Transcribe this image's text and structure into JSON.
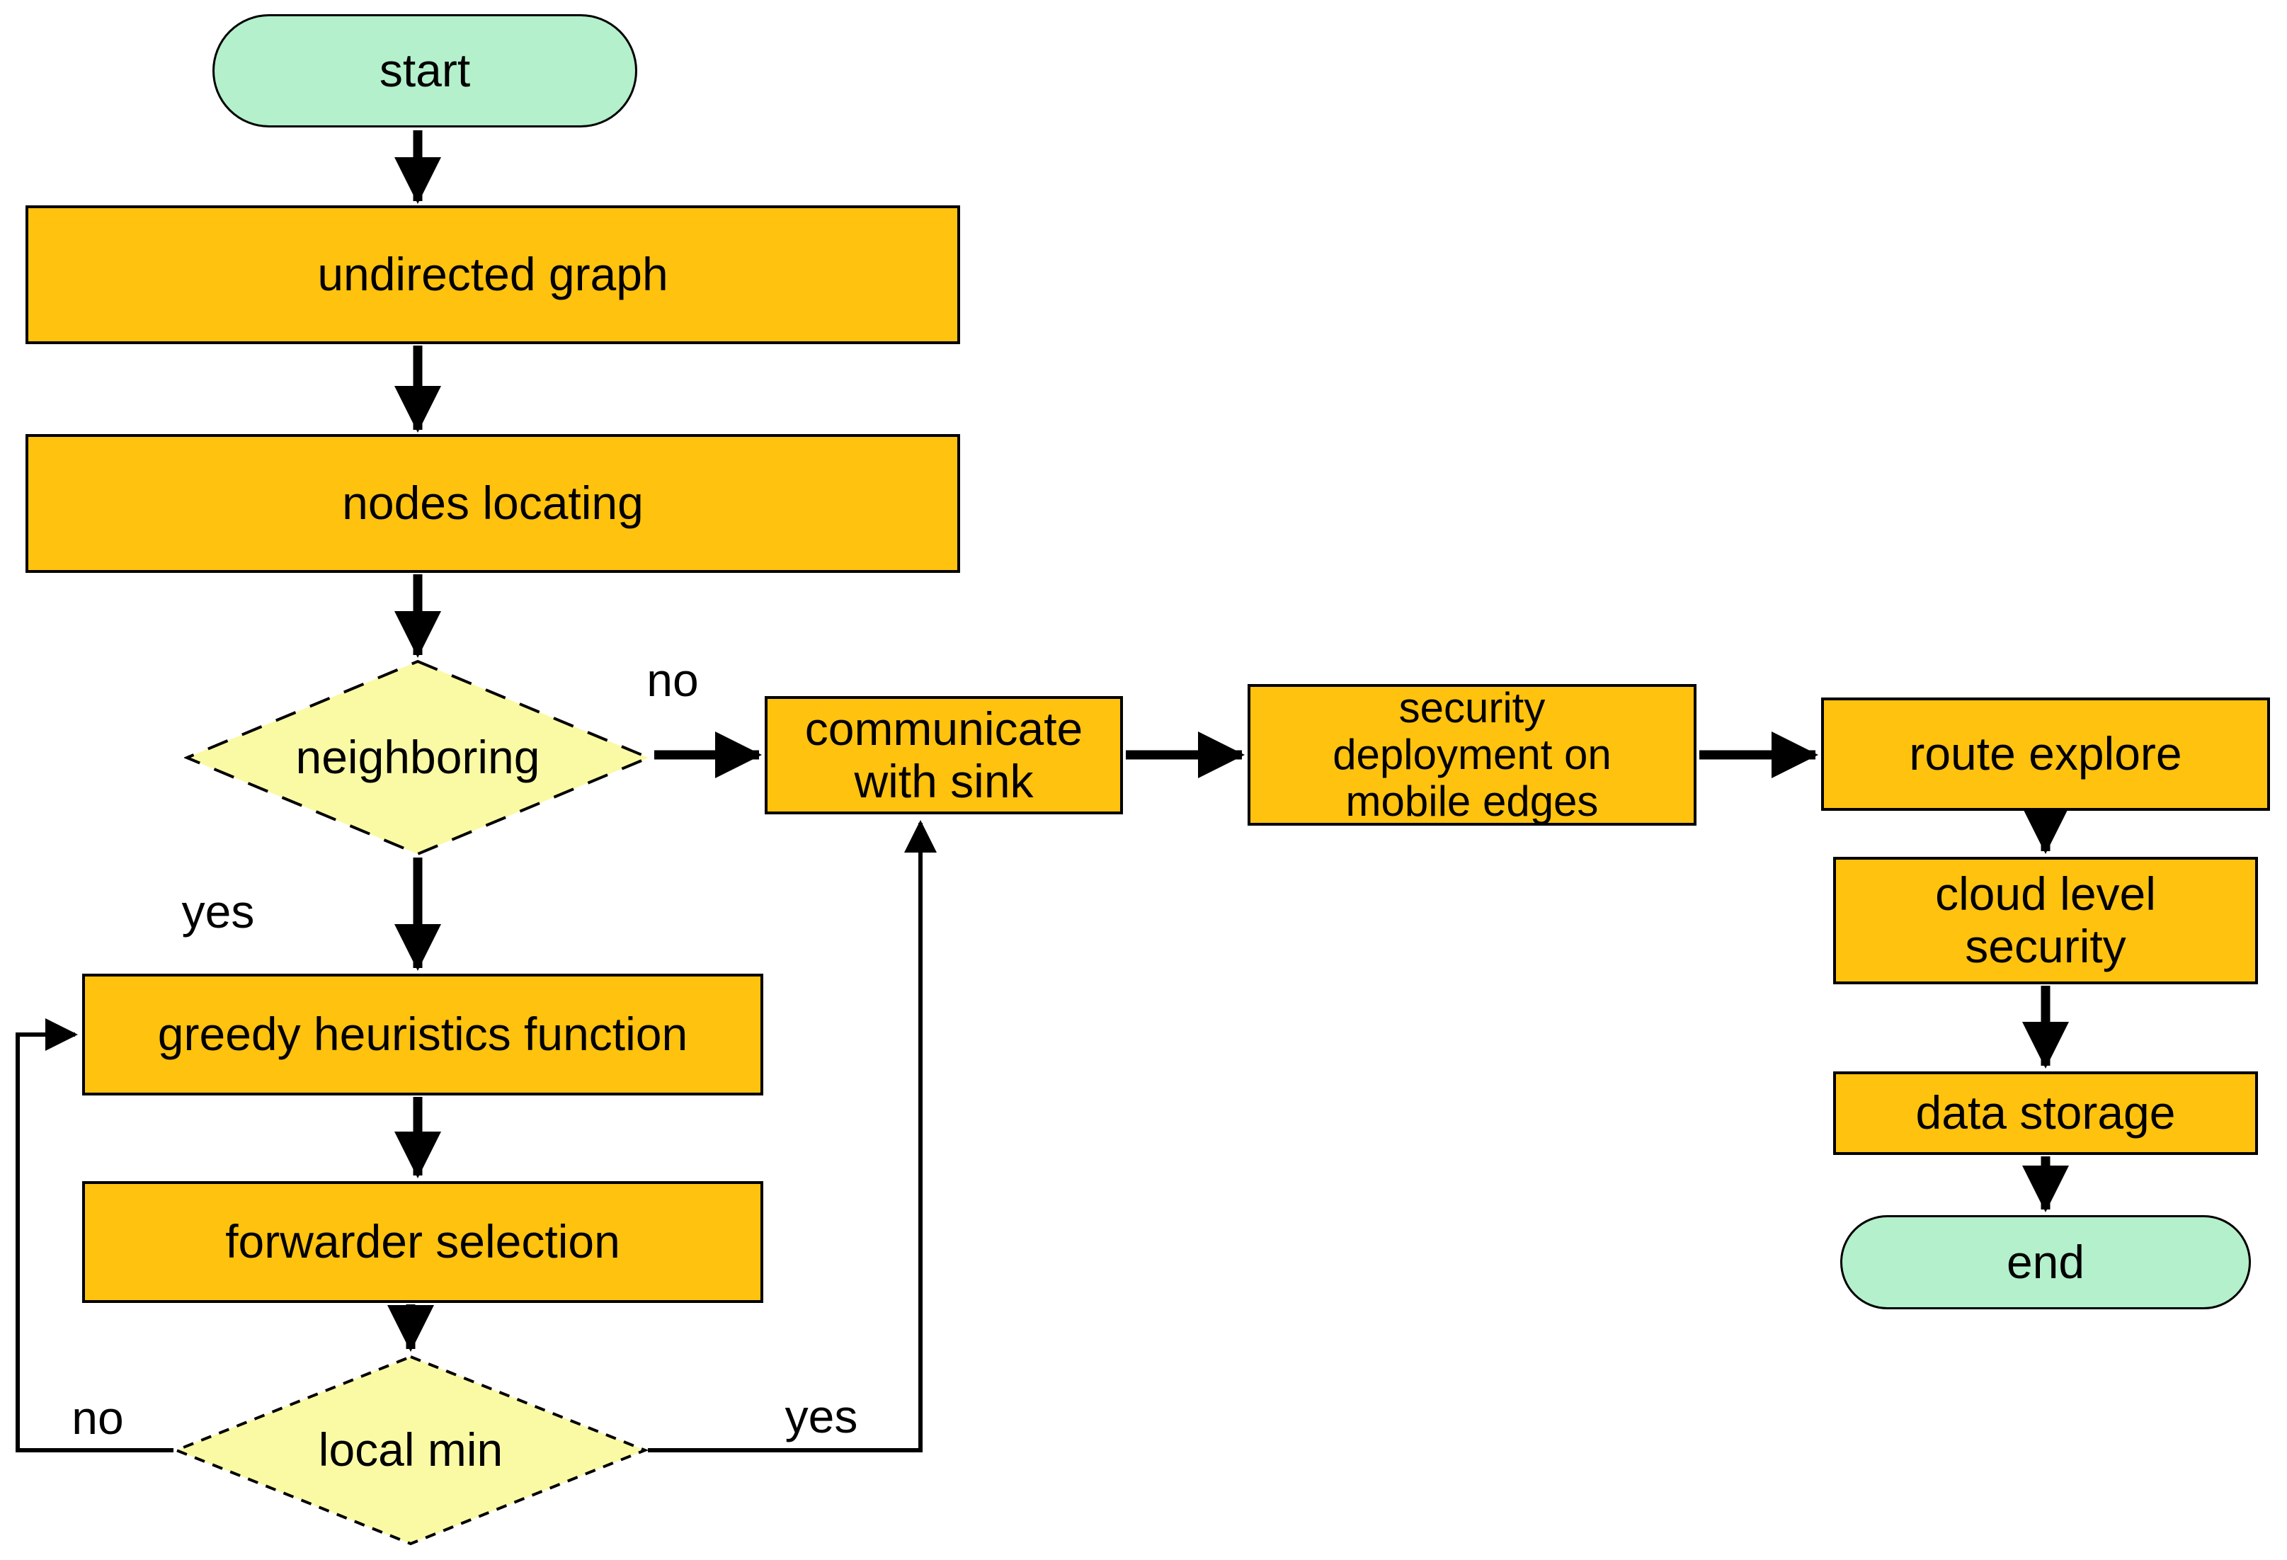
{
  "flowchart": {
    "nodes": {
      "start": {
        "label": "start"
      },
      "undirected_graph": {
        "label": "undirected graph"
      },
      "nodes_locating": {
        "label": "nodes locating"
      },
      "neighboring": {
        "label": "neighboring"
      },
      "communicate_sink": {
        "label": "communicate\nwith sink"
      },
      "security_deployment": {
        "label": "security\ndeployment on\nmobile edges"
      },
      "route_explore": {
        "label": "route explore"
      },
      "cloud_security": {
        "label": "cloud level\nsecurity"
      },
      "data_storage": {
        "label": "data storage"
      },
      "end": {
        "label": "end"
      },
      "greedy_heuristics": {
        "label": "greedy heuristics function"
      },
      "forwarder_selection": {
        "label": "forwarder selection"
      },
      "local_min": {
        "label": "local min"
      }
    },
    "edge_labels": {
      "neighboring_no": "no",
      "neighboring_yes": "yes",
      "local_min_no": "no",
      "local_min_yes": "yes"
    },
    "colors": {
      "process_fill": "#FFC20E",
      "terminal_fill": "#B3F0CB",
      "decision_fill": "#FAFAA5",
      "stroke": "#000000",
      "background": "#FFFFFF"
    }
  }
}
